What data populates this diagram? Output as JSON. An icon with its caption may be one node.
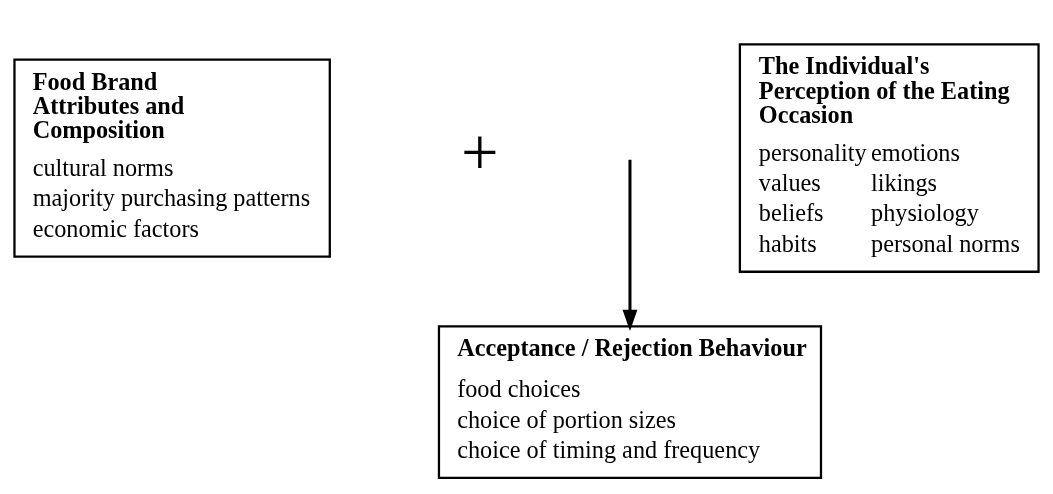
{
  "diagram": {
    "nodes": [
      {
        "text": [
          "Food Brand Attributes and Composition",
          "cultural norms",
          "majority purchasing patterns",
          "economic factors"
        ]
      },
      {
        "text": [
          "The Individual's Perception of the Eating Occasion",
          "personality",
          "emotions",
          "values",
          "likings",
          "beliefs",
          "physiology",
          "habits",
          "personal norms"
        ]
      },
      {
        "text": [
          "Acceptance / Rejection Behaviour",
          "food choices",
          "choice of portion sizes",
          "choice of timing and frequency"
        ]
      }
    ],
    "edges": [
      {
        "from": null,
        "to": 2,
        "arrow": "to"
      }
    ],
    "labels": [
      "+"
    ]
  }
}
